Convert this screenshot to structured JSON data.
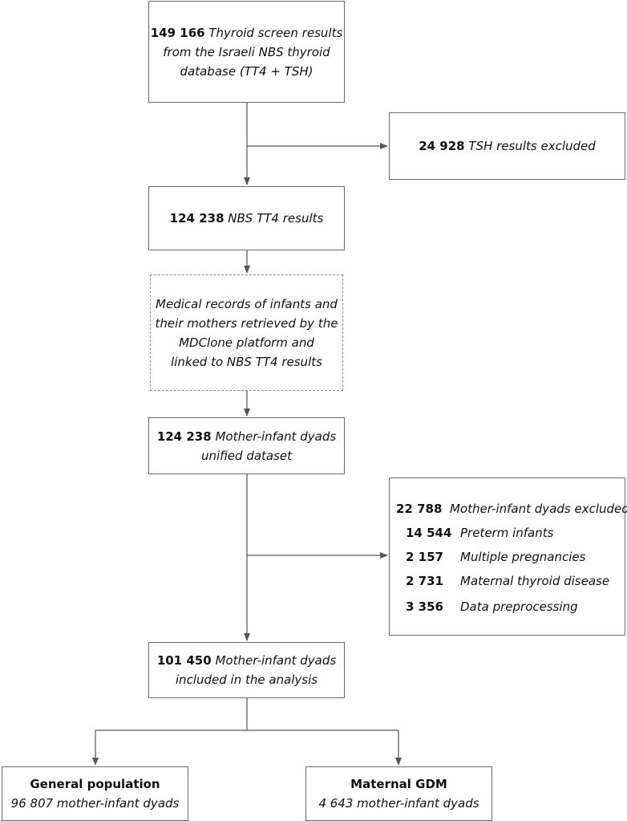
{
  "box_screen": {
    "num": "149 166",
    "line1": "Thyroid screen results",
    "line2": "from the Israeli NBS thyroid",
    "line3": "database (TT4 + TSH)"
  },
  "box_tsh_excluded": {
    "num": "24 928",
    "text": "TSH results excluded"
  },
  "box_tt4": {
    "num": "124 238",
    "text": "NBS TT4 results"
  },
  "box_records": {
    "line1": "Medical records of infants and",
    "line2": "their mothers retrieved by the",
    "line3": "MDClone platform and",
    "line4": "linked to NBS TT4 results"
  },
  "box_dyads": {
    "num": "124 238",
    "line1": "Mother-infant dyads",
    "line2": "unified dataset"
  },
  "box_excluded": {
    "num": "22 788",
    "header": "Mother-infant dyads excluded:",
    "items": [
      {
        "num": "14 544",
        "label": "Preterm infants"
      },
      {
        "num": "2 157",
        "label": "Multiple pregnancies"
      },
      {
        "num": "2 731",
        "label": "Maternal thyroid disease"
      },
      {
        "num": "3 356",
        "label": "Data preprocessing"
      }
    ]
  },
  "box_included": {
    "num": "101 450",
    "line1": "Mother-infant dyads",
    "line2": "included in the analysis"
  },
  "box_general": {
    "title": "General population",
    "text": "96 807 mother-infant dyads"
  },
  "box_gdm": {
    "title": "Maternal GDM",
    "text": "4 643 mother-infant dyads"
  },
  "colors": {
    "border": "#6b6b6b",
    "dashed_border": "#8a8a8a",
    "arrow": "#555555"
  }
}
